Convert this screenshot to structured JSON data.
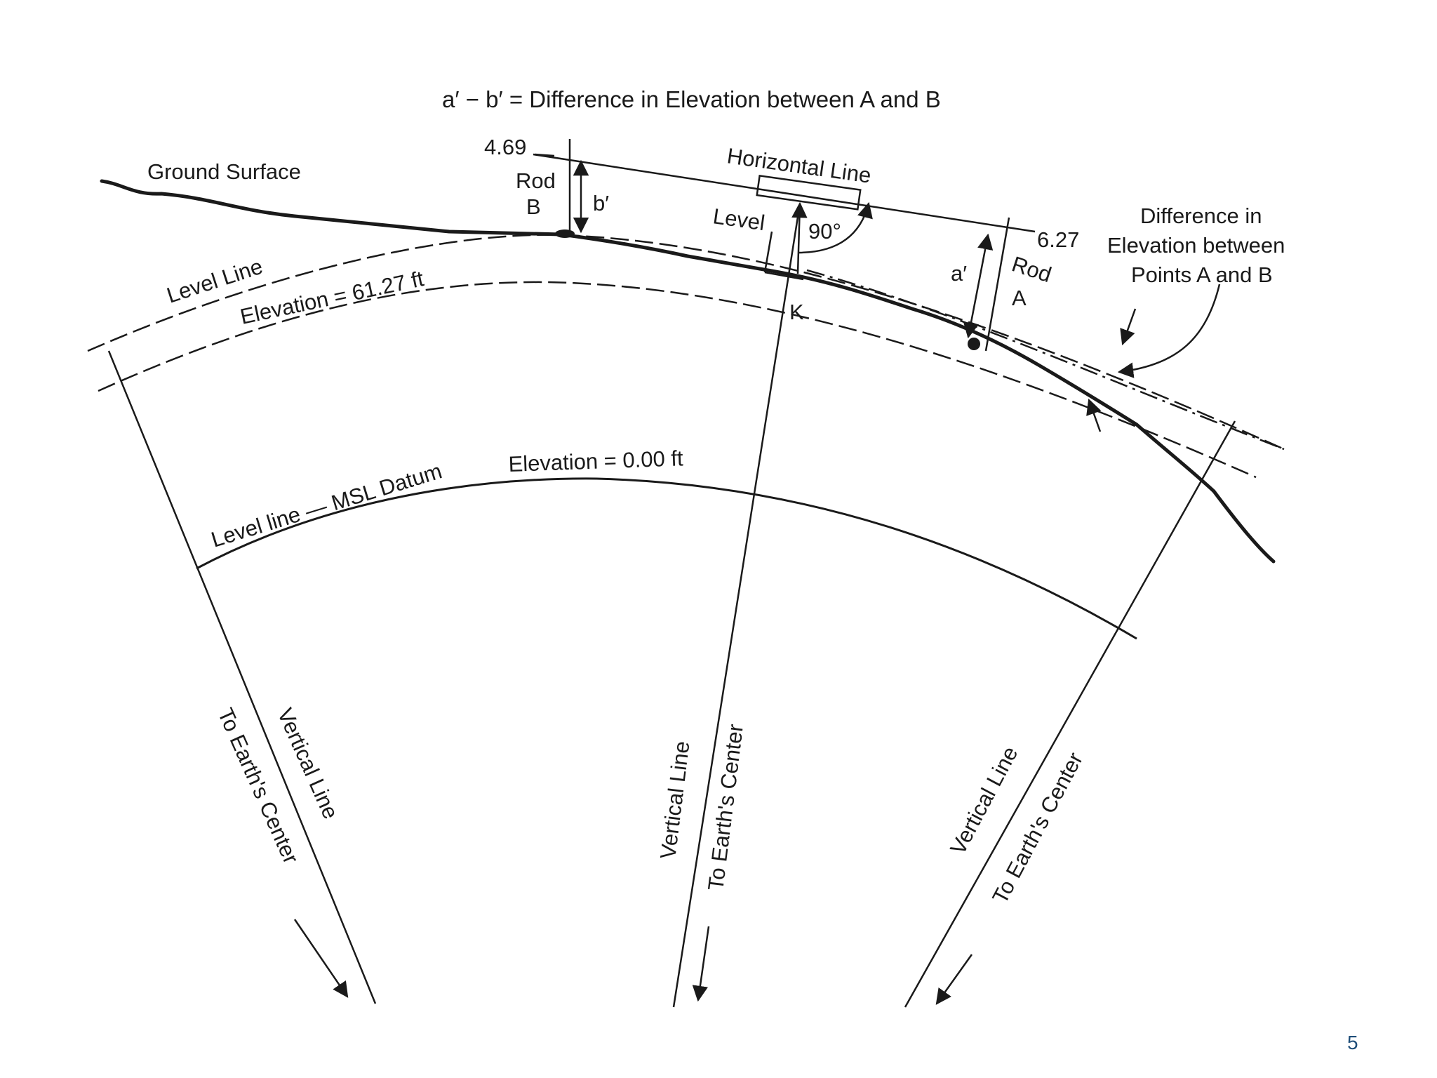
{
  "title": "a′ − b′ = Difference in Elevation between A and B",
  "labels": {
    "ground_surface": "Ground Surface",
    "reading_b": "4.69",
    "reading_a": "6.27",
    "rod_b_line1": "Rod",
    "rod_b_line2": "B",
    "rod_a_line1": "Rod",
    "rod_a_line2": "A",
    "b_prime": "b′",
    "a_prime": "a′",
    "horizontal_line": "Horizontal Line",
    "level": "Level",
    "angle": "90°",
    "point_k": "K",
    "level_line": "Level Line",
    "elevation_line": "Elevation = 61.27 ft",
    "difference_line1": "Difference in",
    "difference_line2": "Elevation between",
    "difference_line3": "Points A and B",
    "msl_datum": "Level line — MSL Datum",
    "msl_elevation": "Elevation = 0.00 ft",
    "vertical_line_left": "Vertical Line",
    "earth_center_left": "To Earth's Center",
    "vertical_line_middle": "Vertical Line",
    "earth_center_middle": "To Earth's Center",
    "vertical_line_right": "Vertical Line",
    "earth_center_right": "To Earth's Center"
  },
  "slide_number": "5"
}
